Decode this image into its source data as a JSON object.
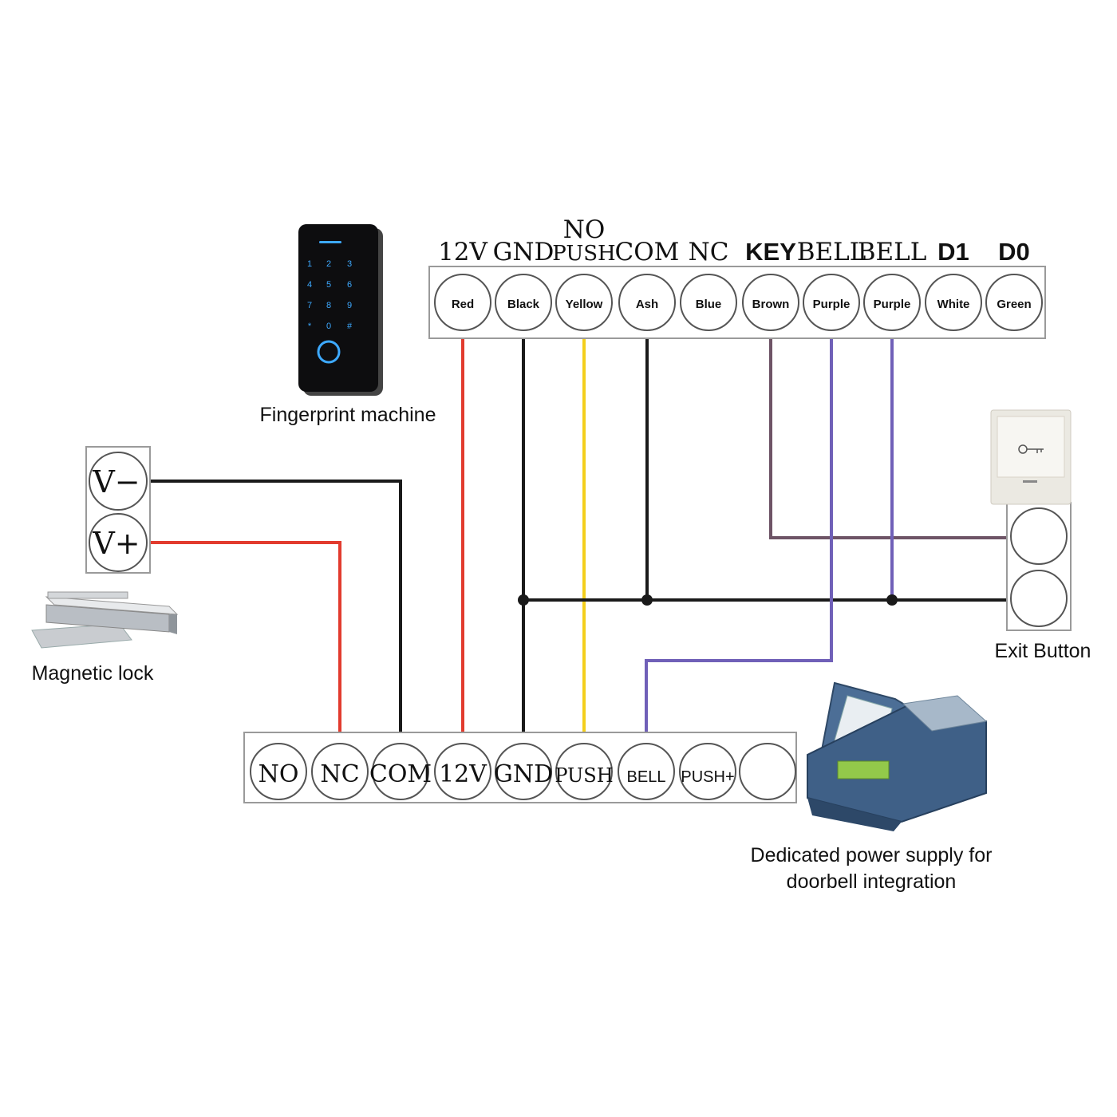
{
  "top_terminal": {
    "pins": [
      {
        "label": "12V",
        "wire_color": "Red"
      },
      {
        "label": "GND",
        "wire_color": "Black"
      },
      {
        "label": "NO\nPUSH",
        "wire_color": "Yellow"
      },
      {
        "label": "COM",
        "wire_color": "Ash"
      },
      {
        "label": "NC",
        "wire_color": "Blue"
      },
      {
        "label": "KEY",
        "wire_color": "Brown"
      },
      {
        "label": "BELL",
        "wire_color": "Purple"
      },
      {
        "label": "BELL",
        "wire_color": "Purple"
      },
      {
        "label": "D1",
        "wire_color": "White"
      },
      {
        "label": "D0",
        "wire_color": "Green"
      }
    ]
  },
  "bottom_terminal": {
    "pins": [
      "NO",
      "NC",
      "COM",
      "12V",
      "GND",
      "PUSH",
      "BELL",
      "PUSH+",
      ""
    ]
  },
  "magnetic_lock": {
    "pins": [
      "V−",
      "V+"
    ],
    "caption": "Magnetic lock"
  },
  "fingerprint_machine": {
    "caption": "Fingerprint machine",
    "keys": [
      "1",
      "2",
      "3",
      "4",
      "5",
      "6",
      "7",
      "8",
      "9",
      "*",
      "0",
      "#"
    ]
  },
  "exit_button": {
    "caption": "Exit Button"
  },
  "power_supply": {
    "caption_line1": "Dedicated power supply for",
    "caption_line2": "doorbell integration"
  },
  "colors": {
    "red": "#e23b2e",
    "black": "#1a1a1a",
    "yellow": "#f4cf1c",
    "purple": "#7060b8",
    "brown": "#6e5466",
    "terminal_border": "#9a9a9a",
    "pin_border": "#555555"
  }
}
